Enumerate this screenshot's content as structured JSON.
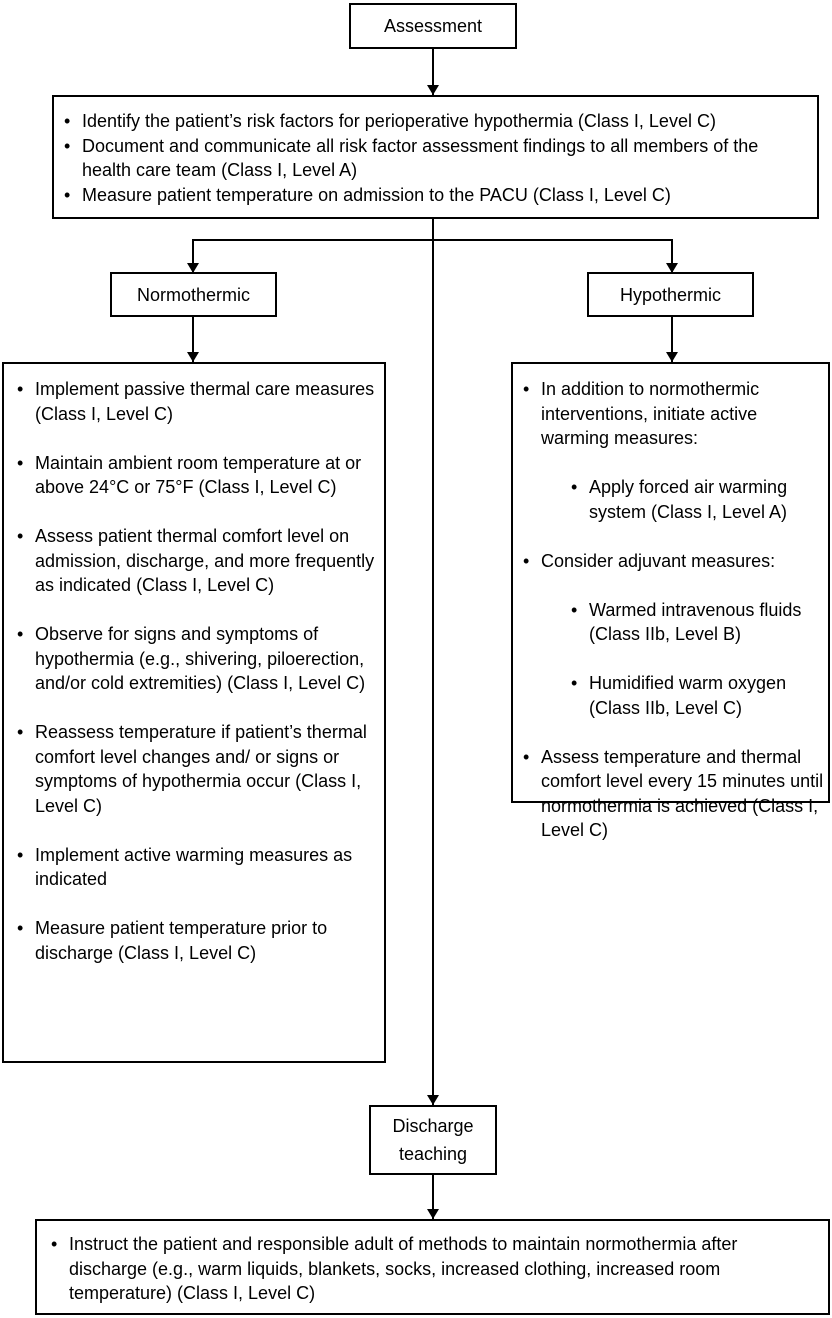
{
  "assessment": {
    "label": "Assessment",
    "items": [
      "Identify the patient’s risk factors for perioperative hypothermia (Class I, Level C)",
      "Document and communicate all risk factor assessment findings to all members of the health care team (Class I, Level A)",
      "Measure patient temperature on admission to the PACU (Class I, Level C)"
    ]
  },
  "normothermic": {
    "label": "Normothermic",
    "items": [
      "Implement passive thermal care measures (Class I, Level C)",
      "Maintain ambient room temperature at or above 24°C or 75°F (Class I, Level C)",
      "Assess patient thermal comfort level on admission, discharge, and more frequently as indicated (Class I, Level C)",
      "Observe for signs and symptoms of hypothermia (e.g., shivering, piloerection, and/or cold extremities) (Class I, Level C)",
      "Reassess temperature if patient’s thermal comfort level changes and/ or signs or symptoms of hypothermia occur (Class I, Level C)",
      "Implement active warming measures as indicated",
      "Measure patient temperature prior to discharge (Class I, Level C)"
    ]
  },
  "hypothermic": {
    "label": "Hypothermic",
    "intro": "In addition to normothermic interventions, initiate active warming measures:",
    "warming_items": [
      "Apply forced air warming system (Class I, Level A)"
    ],
    "adjuvant_intro": "Consider adjuvant measures:",
    "adjuvant_items": [
      "Warmed intravenous fluids (Class IIb, Level B)",
      "Humidified warm oxygen (Class IIb, Level C)"
    ],
    "assess": "Assess temperature and thermal comfort level every 15 minutes until normothermia is achieved (Class I, Level C)"
  },
  "discharge": {
    "label_line1": "Discharge",
    "label_line2": "teaching",
    "items": [
      "Instruct the patient and responsible adult of methods to maintain normothermia after discharge (e.g., warm liquids, blankets, socks, increased clothing, increased room temperature) (Class I, Level C)"
    ]
  }
}
